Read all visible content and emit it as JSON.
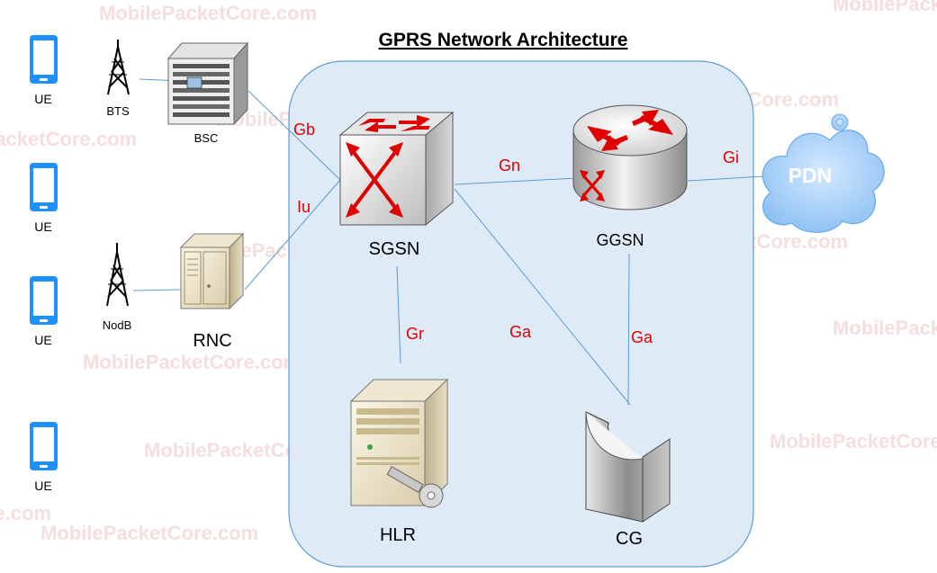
{
  "title": "GPRS Network Architecture",
  "watermark": "MobilePacketCore.com",
  "nodes": {
    "ue1": "UE",
    "ue2": "UE",
    "ue3": "UE",
    "ue4": "UE",
    "bts": "BTS",
    "bsc": "BSC",
    "nodeb": "NodB",
    "rnc": "RNC",
    "sgsn": "SGSN",
    "ggsn": "GGSN",
    "hlr": "HLR",
    "cg": "CG",
    "pdn": "PDN"
  },
  "interfaces": {
    "gb": "Gb",
    "iu": "Iu",
    "gn": "Gn",
    "gi": "Gi",
    "gr": "Gr",
    "ga_sgsn": "Ga",
    "ga_ggsn": "Ga"
  },
  "colors": {
    "core_fill": "#deebf7",
    "core_stroke": "#5b9bd5",
    "link": "#5b9bd5",
    "interface_label": "#e00000",
    "ue_blue": "#1e90ff",
    "pdn_cloud": "#a9d3ff"
  }
}
